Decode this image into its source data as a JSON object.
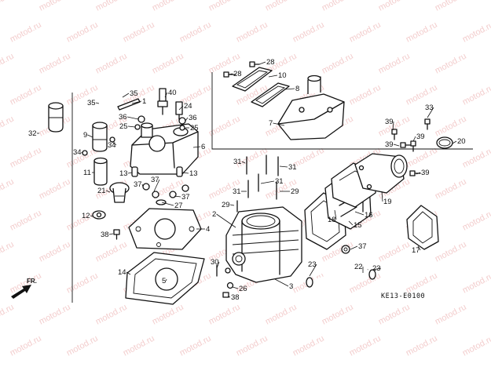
{
  "watermark": "motod.ru",
  "diagram_code": "KE13-E0100",
  "front_marker": "FR.",
  "callouts": [
    {
      "id": "c1",
      "label": "1"
    },
    {
      "id": "c2",
      "label": "2"
    },
    {
      "id": "c3",
      "label": "3"
    },
    {
      "id": "c4",
      "label": "4"
    },
    {
      "id": "c5",
      "label": "5"
    },
    {
      "id": "c6",
      "label": "6"
    },
    {
      "id": "c7",
      "label": "7"
    },
    {
      "id": "c8",
      "label": "8"
    },
    {
      "id": "c9",
      "label": "9"
    },
    {
      "id": "c10",
      "label": "10"
    },
    {
      "id": "c11",
      "label": "11"
    },
    {
      "id": "c12",
      "label": "12"
    },
    {
      "id": "c13a",
      "label": "13"
    },
    {
      "id": "c13b",
      "label": "13"
    },
    {
      "id": "c14",
      "label": "14"
    },
    {
      "id": "c15",
      "label": "15"
    },
    {
      "id": "c16",
      "label": "16"
    },
    {
      "id": "c17",
      "label": "17"
    },
    {
      "id": "c18",
      "label": "18"
    },
    {
      "id": "c19",
      "label": "19"
    },
    {
      "id": "c20",
      "label": "20"
    },
    {
      "id": "c21",
      "label": "21"
    },
    {
      "id": "c22",
      "label": "22"
    },
    {
      "id": "c23a",
      "label": "23"
    },
    {
      "id": "c23b",
      "label": "23"
    },
    {
      "id": "c24",
      "label": "24"
    },
    {
      "id": "c25a",
      "label": "25"
    },
    {
      "id": "c25b",
      "label": "25"
    },
    {
      "id": "c26",
      "label": "26"
    },
    {
      "id": "c27",
      "label": "27"
    },
    {
      "id": "c28a",
      "label": "28"
    },
    {
      "id": "c28b",
      "label": "28"
    },
    {
      "id": "c29a",
      "label": "29"
    },
    {
      "id": "c29b",
      "label": "29"
    },
    {
      "id": "c30",
      "label": "30"
    },
    {
      "id": "c31a",
      "label": "31"
    },
    {
      "id": "c31b",
      "label": "31"
    },
    {
      "id": "c31c",
      "label": "31"
    },
    {
      "id": "c31d",
      "label": "31"
    },
    {
      "id": "c32",
      "label": "32"
    },
    {
      "id": "c33",
      "label": "33"
    },
    {
      "id": "c34a",
      "label": "34"
    },
    {
      "id": "c34b",
      "label": "34"
    },
    {
      "id": "c35a",
      "label": "35"
    },
    {
      "id": "c35b",
      "label": "35"
    },
    {
      "id": "c36a",
      "label": "36"
    },
    {
      "id": "c36b",
      "label": "36"
    },
    {
      "id": "c37a",
      "label": "37"
    },
    {
      "id": "c37b",
      "label": "37"
    },
    {
      "id": "c37c",
      "label": "37"
    },
    {
      "id": "c37d",
      "label": "37"
    },
    {
      "id": "c38a",
      "label": "38"
    },
    {
      "id": "c38b",
      "label": "38"
    },
    {
      "id": "c39a",
      "label": "39"
    },
    {
      "id": "c39b",
      "label": "39"
    },
    {
      "id": "c39c",
      "label": "39"
    },
    {
      "id": "c39d",
      "label": "39"
    },
    {
      "id": "c40",
      "label": "40"
    }
  ]
}
